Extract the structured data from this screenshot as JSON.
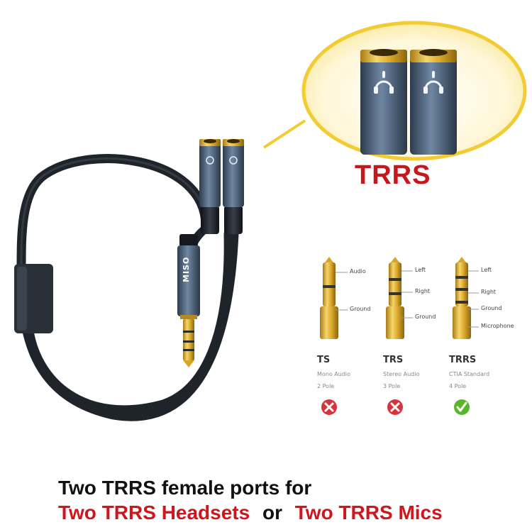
{
  "brand": "MISO",
  "callout": {
    "label": "TRRS"
  },
  "plugs": [
    {
      "title": "TS",
      "desc": "Mono Audio",
      "poles": "2 Pole",
      "labels": [
        "Audio",
        "Ground"
      ],
      "supported": false
    },
    {
      "title": "TRS",
      "desc": "Stereo Audio",
      "poles": "3 Pole",
      "labels": [
        "Left",
        "Right",
        "Ground"
      ],
      "supported": false
    },
    {
      "title": "TRRS",
      "desc": "CTIA Standard",
      "poles": "4 Pole",
      "labels": [
        "Left",
        "Right",
        "Ground",
        "Microphone"
      ],
      "supported": true
    }
  ],
  "caption": {
    "line1": "Two TRRS female ports for",
    "line2_a": "Two TRRS Headsets",
    "line2_or": "or",
    "line2_b": "Two TRRS Mics"
  },
  "colors": {
    "cable": "#1f242b",
    "connector": "#4a6078",
    "gold": "#d9a62a",
    "callout_outline": "#f2cc32",
    "accent_red": "#c8161d",
    "ok_green": "#5ab52a",
    "no_red": "#d8333a"
  },
  "icons": [
    "headset-icon",
    "cross-icon",
    "check-icon"
  ]
}
